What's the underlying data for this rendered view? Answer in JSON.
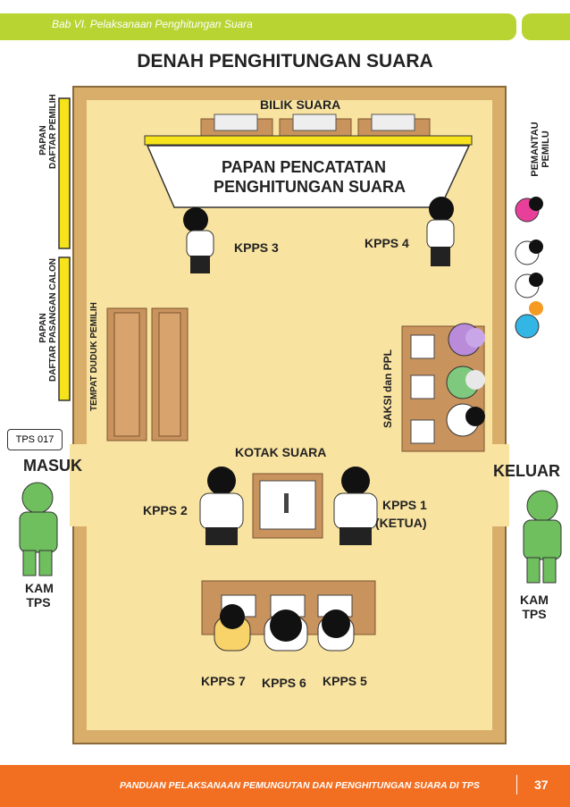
{
  "header": {
    "chapter": "Bab VI.  Pelaksanaan Penghitungan Suara"
  },
  "title": "DENAH PENGHITUNGAN SUARA",
  "labels": {
    "bilik_suara": "BILIK SUARA",
    "papan_line1": "PAPAN PENCATATAN",
    "papan_line2": "PENGHITUNGAN SUARA",
    "kpps3": "KPPS 3",
    "kpps4": "KPPS 4",
    "kotak_suara": "KOTAK SUARA",
    "kpps2": "KPPS 2",
    "kpps1_line1": "KPPS 1",
    "kpps1_line2": "(KETUA)",
    "kpps7": "KPPS 7",
    "kpps6": "KPPS 6",
    "kpps5": "KPPS 5",
    "masuk": "MASUK",
    "keluar": "KELUAR",
    "kam_left_line1": "KAM",
    "kam_left_line2": "TPS",
    "kam_right_line1": "KAM",
    "kam_right_line2": "TPS",
    "tps_box": "TPS 017",
    "pemantau_line1": "PEMANTAU",
    "pemantau_line2": "PEMILU",
    "saksi": "SAKSI dan PPL",
    "tempat_duduk": "TEMPAT DUDUK PEMILIH",
    "papan_dpt_line1": "PAPAN",
    "papan_dpt_line2": "DAFTAR PEMILIH",
    "papan_calon_line1": "PAPAN",
    "papan_calon_line2": "DAFTAR PASANGAN CALON"
  },
  "footer": {
    "text": "PANDUAN PELAKSANAAN PEMUNGUTAN DAN PENGHITUNGAN SUARA DI TPS",
    "page": "37"
  },
  "colors": {
    "header_bar": "#b8d432",
    "footer_bar": "#f26f21",
    "floor": "#f9e3a0",
    "wall": "#d9ae6b",
    "board": "#f7e31c"
  }
}
